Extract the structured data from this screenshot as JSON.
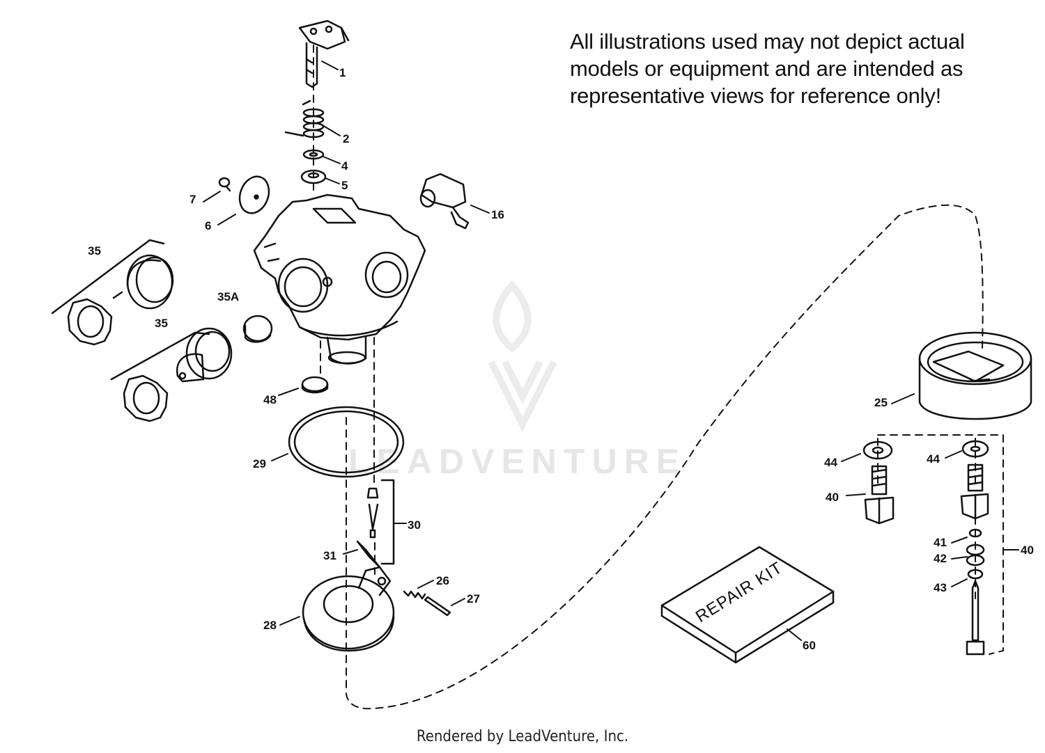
{
  "disclaimer": {
    "line1": "All illustrations used may not depict actual",
    "line2": "models or equipment and are intended as",
    "line3": "representative views for reference only!"
  },
  "watermark": {
    "text": "LEADVENTURE"
  },
  "footer": {
    "text": "Rendered by LeadVenture, Inc."
  },
  "repair_kit": {
    "label": "REPAIR KIT"
  },
  "callouts": {
    "p1": "1",
    "p2": "2",
    "p4": "4",
    "p5": "5",
    "p6": "6",
    "p7": "7",
    "p16": "16",
    "p35a": "35",
    "p35b": "35",
    "p35A": "35A",
    "p48": "48",
    "p29": "29",
    "p30": "30",
    "p31": "31",
    "p26": "26",
    "p27": "27",
    "p28": "28",
    "p25": "25",
    "p44a": "44",
    "p44b": "44",
    "p40a": "40",
    "p40b": "40",
    "p41": "41",
    "p42": "42",
    "p43": "43",
    "p60": "60"
  },
  "colors": {
    "line": "#111111",
    "watermark": "#e6e6e6",
    "background": "#ffffff"
  }
}
